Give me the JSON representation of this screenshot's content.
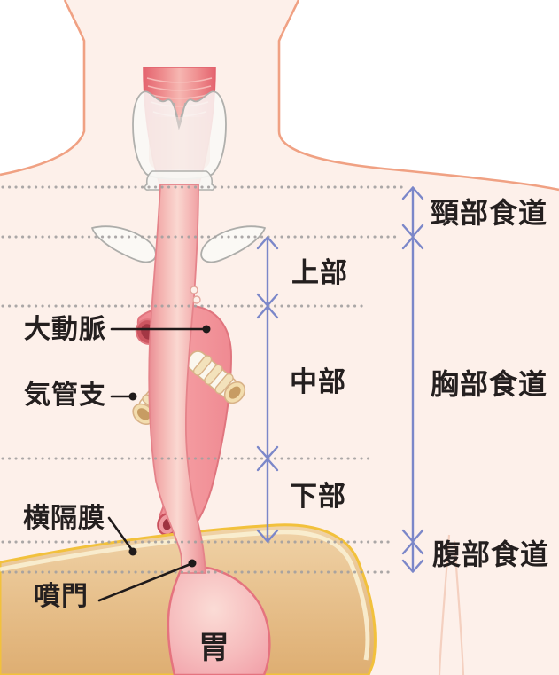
{
  "labels": {
    "aorta": "大動脈",
    "bronchus": "気管支",
    "diaphragm": "横隔膜",
    "cardia": "噴門",
    "stomach": "胃",
    "cervical": "頸部食道",
    "upper": "上部",
    "middle": "中部",
    "thoracic": "胸部食道",
    "lower": "下部",
    "abdominal": "腹部食道"
  },
  "colors": {
    "arrow_blue": "#7b87c9",
    "divider_gray": "#a3a0a0",
    "text": "#241f1f",
    "body_fill": "#fdf0ea",
    "body_outline": "#f0a183",
    "esophagus_pink": "#f5b1b3",
    "pharynx_pink": "#e4636e",
    "aorta_salmon": "#f19399",
    "liver_tan": "#e9c291",
    "diaphragm_yellow": "#f2c13c",
    "stomach_pink": "#f5b2b6",
    "bone_white": "#fbf9f5",
    "cartilage_gray": "#b0b0ad"
  }
}
